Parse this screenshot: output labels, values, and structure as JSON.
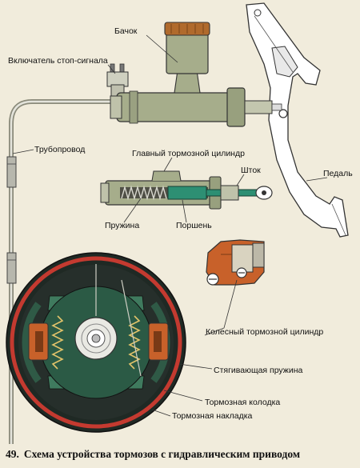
{
  "labels": {
    "reservoir": "Бачок",
    "brake_light_switch": "Включатель стоп-сигнала",
    "pipeline": "Трубопровод",
    "master_cylinder": "Главный тормозной цилиндр",
    "rod": "Шток",
    "spring": "Пружина",
    "piston": "Поршень",
    "pedal": "Педаль",
    "wheel_cylinder": "Колесный тормозной цилиндр",
    "return_spring": "Стягивающая пружина",
    "brake_shoe": "Тормозная колодка",
    "brake_lining": "Тормозная накладка"
  },
  "caption": {
    "number": "49.",
    "text": "Схема устройства тормозов с гидравлическим приводом"
  },
  "colors": {
    "background": "#f1ecdc",
    "cylinder_body": "#a6ad8b",
    "reservoir_cap": "#b06a2c",
    "drum_dark": "#1f2924",
    "drum_green": "#2f5a46",
    "lining_red": "#c43a30",
    "wheel_cylinder_orange": "#c8612a",
    "rod_green": "#2d8f73"
  }
}
